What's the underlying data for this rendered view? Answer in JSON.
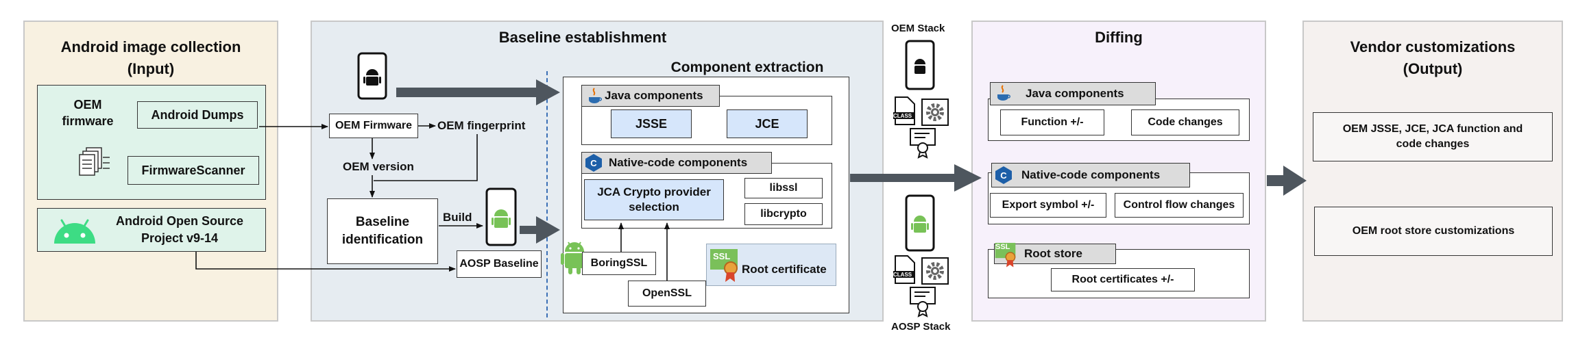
{
  "input": {
    "title": "Android image collection",
    "subtitle": "(Input)",
    "oem_firmware": "OEM firmware",
    "android_dumps": "Android Dumps",
    "firmware_scanner": "FirmwareScanner",
    "aosp_project": "Android Open Source Project v9-14"
  },
  "baseline": {
    "title": "Baseline establishment",
    "oem_firmware": "OEM Firmware",
    "oem_fingerprint": "OEM fingerprint",
    "oem_version": "OEM version",
    "baseline_identification": "Baseline identification",
    "build": "Build",
    "aosp_baseline": "AOSP Baseline"
  },
  "extraction": {
    "title": "Component extraction",
    "java_components": "Java components",
    "jsse": "JSSE",
    "jce": "JCE",
    "native_components": "Native-code components",
    "jca": "JCA Crypto provider selection",
    "libssl": "libssl",
    "libcrypto": "libcrypto",
    "boringssl": "BoringSSL",
    "openssl": "OpenSSL",
    "root_certificate": "Root certificate",
    "ssl_badge": "SSL"
  },
  "stacks": {
    "oem": "OEM Stack",
    "aosp": "AOSP Stack",
    "class_tag": "CLASS"
  },
  "diffing": {
    "title": "Diffing",
    "java_components": "Java components",
    "function": "Function +/-",
    "code_changes": "Code changes",
    "native_components": "Native-code components",
    "export_symbol": "Export symbol +/-",
    "control_flow": "Control flow changes",
    "root_store": "Root store",
    "root_certs": "Root certificates +/-",
    "ssl_badge": "SSL"
  },
  "output": {
    "title": "Vendor customizations",
    "subtitle": "(Output)",
    "oem_changes": "OEM JSSE, JCE, JCA function and code changes",
    "root_store_custom": "OEM root store customizations"
  },
  "colors": {
    "input_bg": "#f8f1e1",
    "baseline_bg": "#e6ecf1",
    "diffing_bg": "#f7f1fb",
    "output_bg": "#f5f1ef",
    "green_box": "#dff3ea",
    "blue_box": "#d6e6fb",
    "gray_box": "#dcdcdc",
    "android_green": "#78c257",
    "arrow_gray": "#4e565e",
    "cpp_blue": "#1d5fa8",
    "java_orange": "#e76f00"
  }
}
